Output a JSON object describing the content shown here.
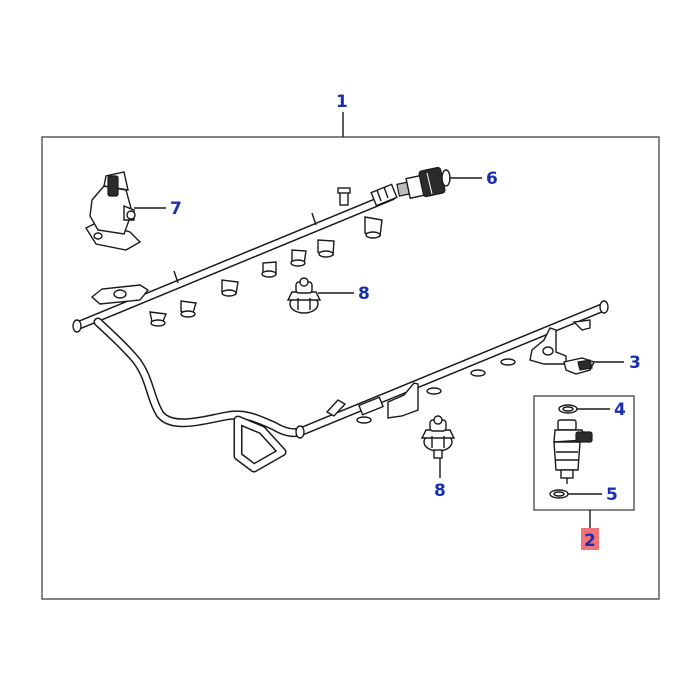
{
  "diagram": {
    "callouts": [
      {
        "id": "1",
        "label": "1"
      },
      {
        "id": "2",
        "label": "2",
        "highlighted": true,
        "highlight_color": "#f0737a"
      },
      {
        "id": "3",
        "label": "3"
      },
      {
        "id": "4",
        "label": "4"
      },
      {
        "id": "5",
        "label": "5"
      },
      {
        "id": "6",
        "label": "6"
      },
      {
        "id": "7",
        "label": "7"
      },
      {
        "id": "8a",
        "label": "8"
      },
      {
        "id": "8b",
        "label": "8"
      }
    ],
    "colors": {
      "label": "#1a2fb0",
      "line": "#1a1a1a",
      "highlight": "#f0737a",
      "background": "#ffffff"
    }
  }
}
